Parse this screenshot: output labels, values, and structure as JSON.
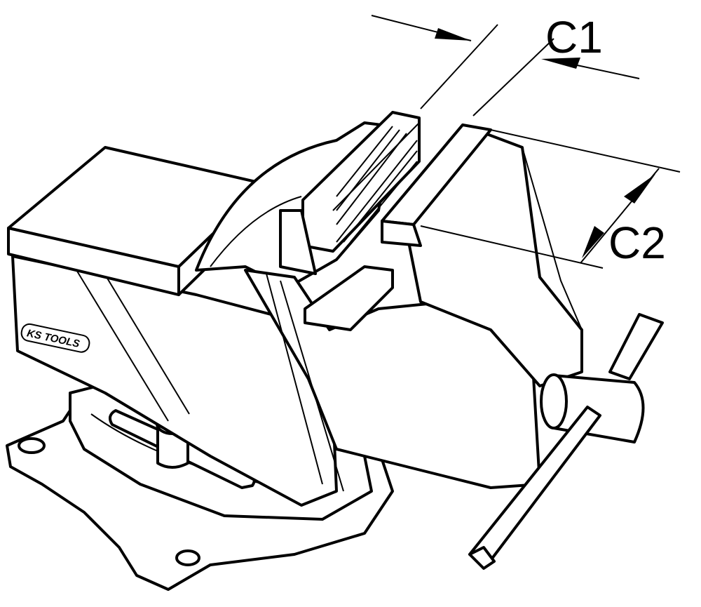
{
  "diagram": {
    "labels": {
      "c1": "C1",
      "c2": "C2"
    },
    "logo": "KSTOOLS",
    "line_color": "#000000",
    "background": "#ffffff"
  }
}
